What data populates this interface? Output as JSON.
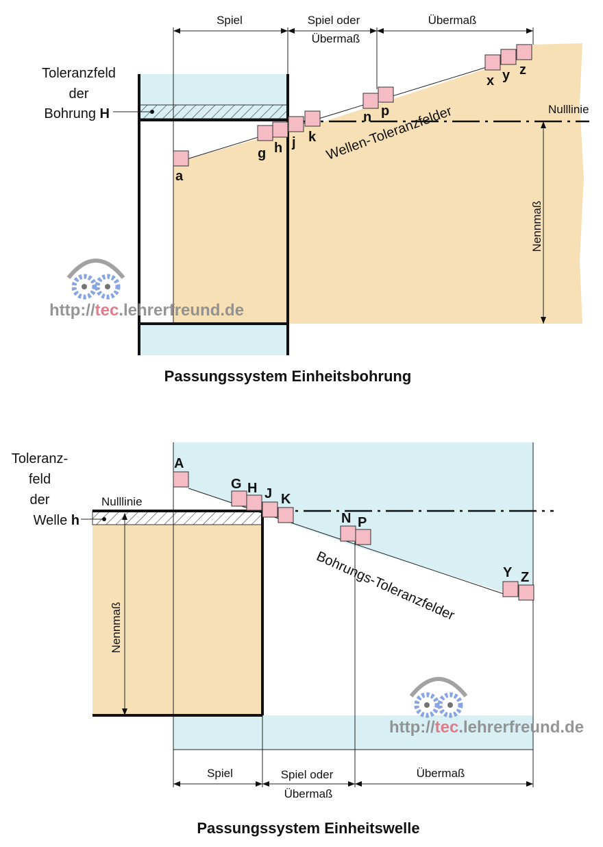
{
  "colors": {
    "hole_blue": "#d8eff4",
    "shaft_beige": "#f7e0b6",
    "tolerance_pink": "#f6bcc6"
  },
  "top": {
    "title": "Passungssystem Einheitsbohrung",
    "left_label": [
      "Toleranzfeld",
      "der",
      "Bohrung "
    ],
    "left_label_letter": "H",
    "dims": {
      "spiel": "Spiel",
      "spiel_oder": "Spiel oder",
      "uebermass_a": "Übermaß",
      "uebermass": "Übermaß"
    },
    "nulllinie": "Nulllinie",
    "nennmass": "Nennmaß",
    "fields_label": "Wellen-Toleranzfelder",
    "letters": [
      "a",
      "g",
      "h",
      "j",
      "k",
      "n",
      "p",
      "x",
      "y",
      "z"
    ],
    "watermark": {
      "prefix": "http://",
      "tec": "tec",
      "suffix": ".lehrerfreund.de"
    }
  },
  "bottom": {
    "title": "Passungssystem Einheitswelle",
    "left_label": [
      "Toleranz-",
      "feld",
      "der",
      "Welle "
    ],
    "left_label_letter": "h",
    "dims": {
      "spiel": "Spiel",
      "spiel_oder": "Spiel oder",
      "uebermass_a": "Übermaß",
      "uebermass": "Übermaß"
    },
    "nulllinie": "Nulllinie",
    "nennmass": "Nennmaß",
    "fields_label": "Bohrungs-Toleranzfelder",
    "letters": [
      "A",
      "G",
      "H",
      "J",
      "K",
      "N",
      "P",
      "Y",
      "Z"
    ],
    "watermark": {
      "prefix": "http://",
      "tec": "tec",
      "suffix": ".lehrerfreund.de"
    }
  }
}
